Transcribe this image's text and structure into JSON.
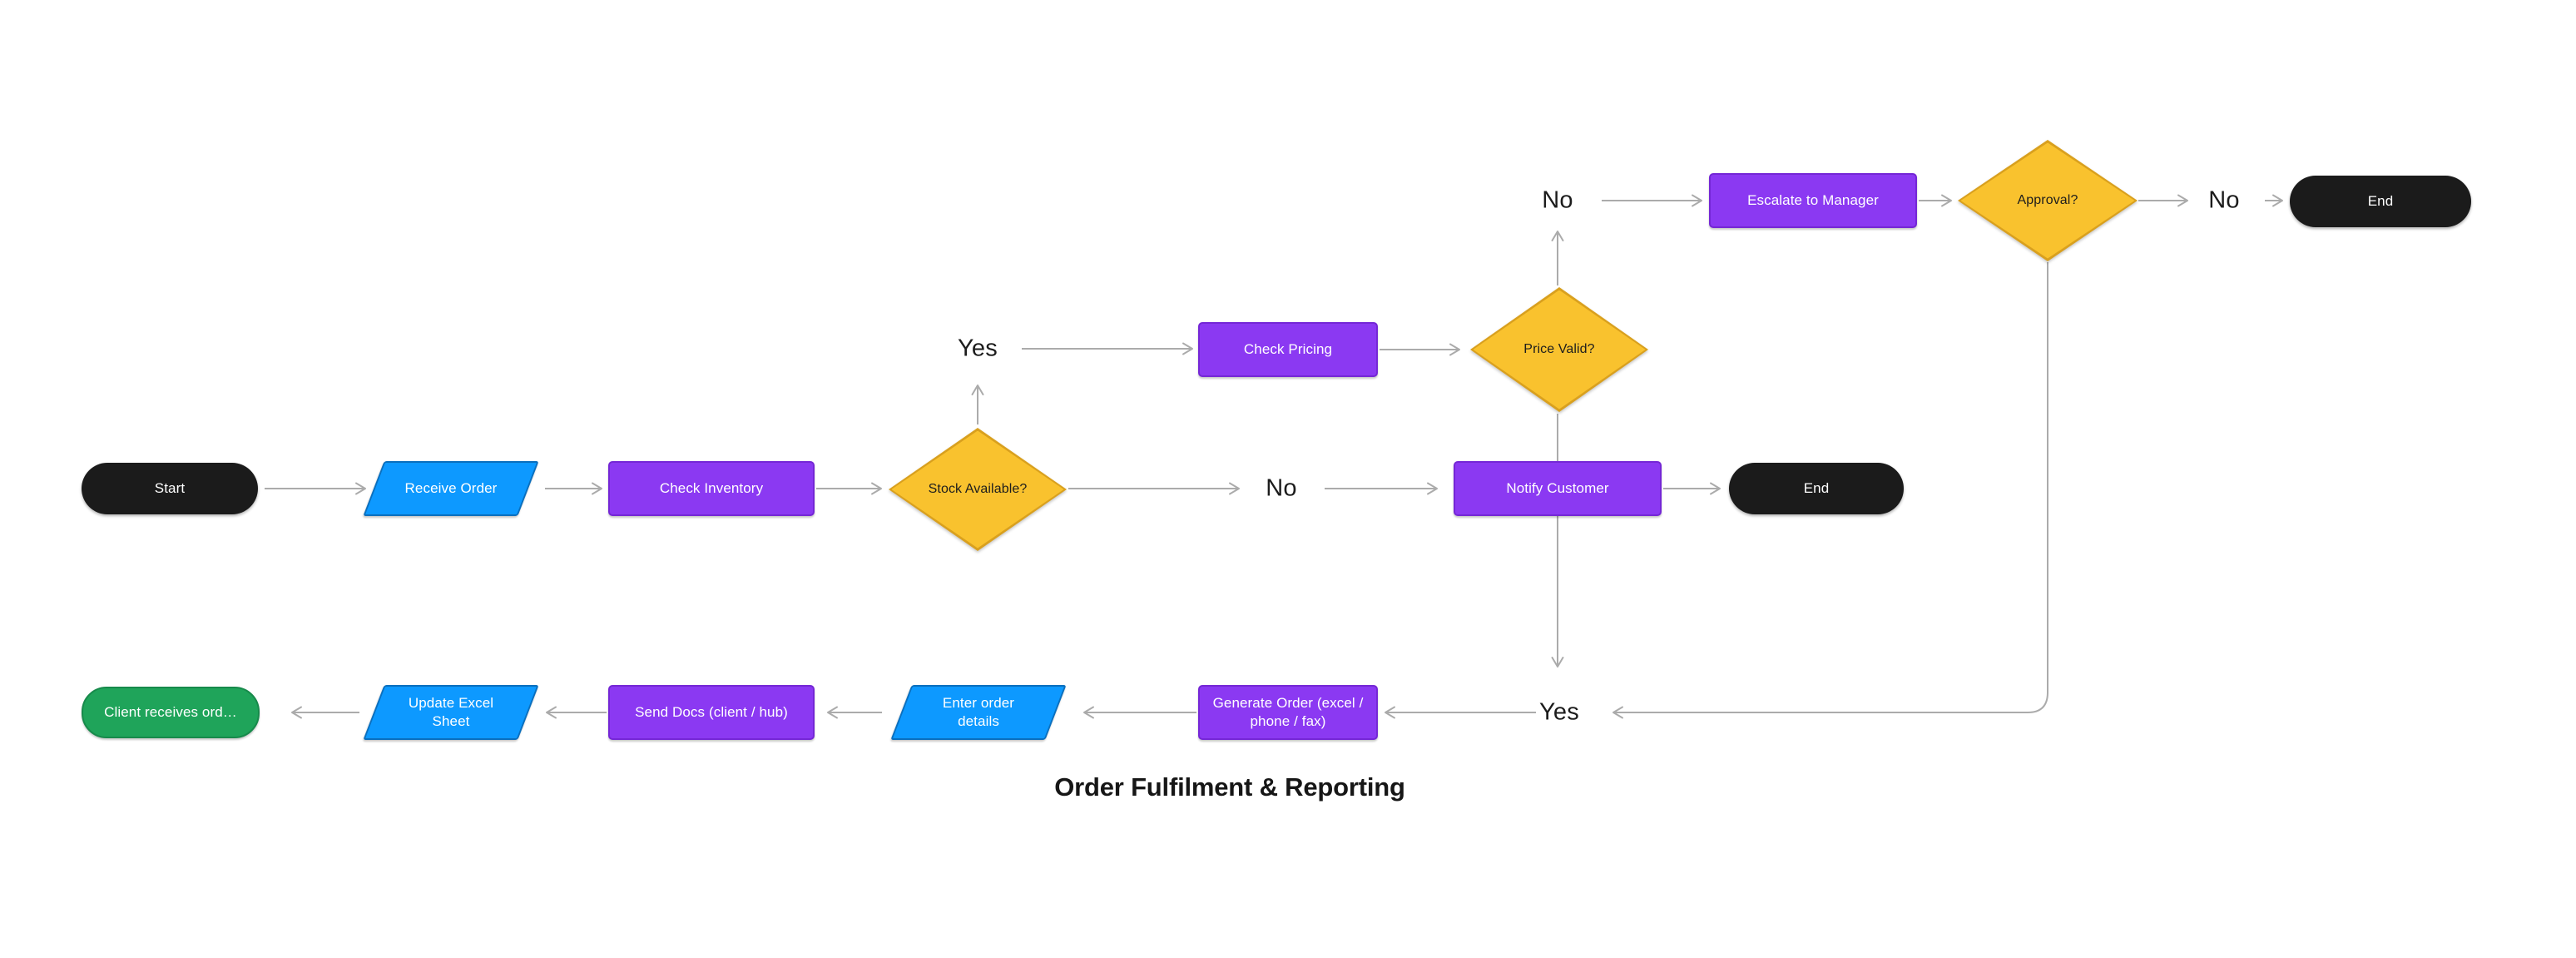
{
  "title": "Order Fulfilment & Reporting",
  "nodes": {
    "start": {
      "label": "Start",
      "type": "terminator"
    },
    "receive_order": {
      "label": "Receive Order",
      "type": "input-output"
    },
    "check_inventory": {
      "label": "Check Inventory",
      "type": "process"
    },
    "stock_available": {
      "label": "Stock Available?",
      "type": "decision"
    },
    "notify_customer": {
      "label": "Notify Customer",
      "type": "process"
    },
    "end_main": {
      "label": "End",
      "type": "terminator"
    },
    "check_pricing": {
      "label": "Check Pricing",
      "type": "process"
    },
    "price_valid": {
      "label": "Price Valid?",
      "type": "decision"
    },
    "escalate_manager": {
      "label": "Escalate to Manager",
      "type": "process"
    },
    "approval": {
      "label": "Approval?",
      "type": "decision"
    },
    "end_top": {
      "label": "End",
      "type": "terminator"
    },
    "generate_order": {
      "label": "Generate Order (excel / phone / fax)",
      "type": "process"
    },
    "enter_order_details": {
      "label": "Enter order details",
      "type": "input-output"
    },
    "send_docs": {
      "label": "Send Docs (client / hub)",
      "type": "process"
    },
    "update_excel": {
      "label": "Update Excel Sheet",
      "type": "input-output"
    },
    "client_receives": {
      "label": "Client receives ord…",
      "type": "terminator-success"
    }
  },
  "edge_labels": {
    "stock_yes": "Yes",
    "stock_no": "No",
    "price_no": "No",
    "approval_no": "No",
    "approval_yes": "Yes"
  },
  "colors": {
    "process_fill": "#8B39F2",
    "process_stroke": "#7527D6",
    "io_fill": "#0D99FF",
    "io_stroke": "#0A6FBE",
    "decision_fill": "#F9C22E",
    "decision_stroke": "#D9A01E",
    "decision_text": "#1D1D1D",
    "terminator_fill": "#1B1B1B",
    "success_fill": "#1FA45A",
    "success_stroke": "#178A4B",
    "connector": "#ABABAB",
    "label_text": "#1C1C1C",
    "node_text": "#FFFFFF"
  }
}
